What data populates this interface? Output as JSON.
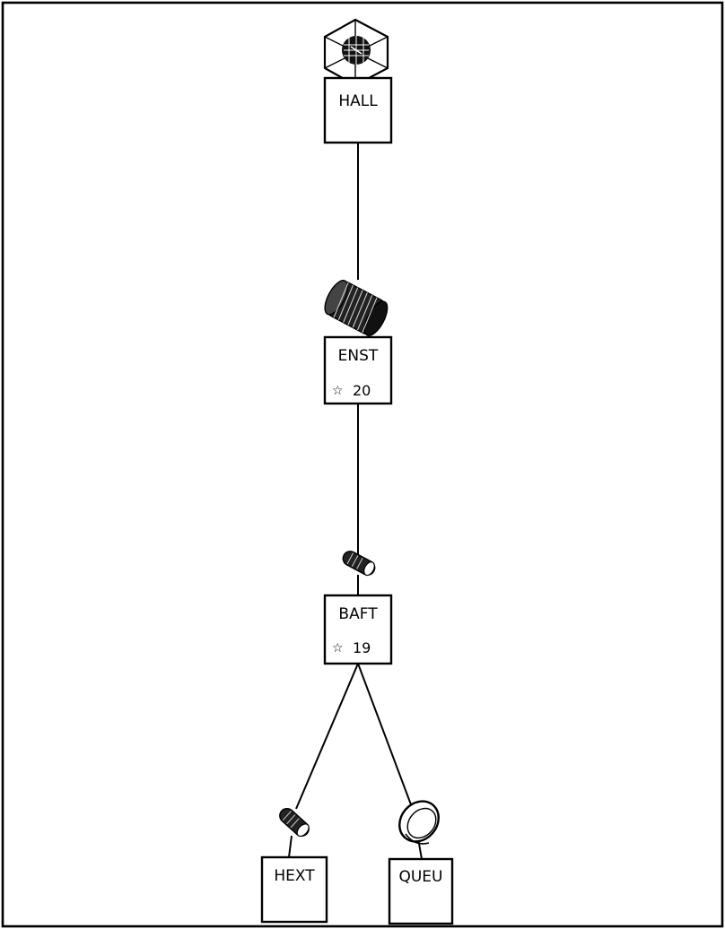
{
  "nodes": [
    {
      "id": "hall",
      "label": "HALL",
      "count": "",
      "icon": "hexagonal-crystal-icon"
    },
    {
      "id": "enst",
      "label": "ENST",
      "count": "20",
      "icon": "coil-cylinder-icon"
    },
    {
      "id": "baft",
      "label": "BAFT",
      "count": "19",
      "icon": "short-rod-icon"
    },
    {
      "id": "hext",
      "label": "HEXT",
      "count": "",
      "icon": "short-rod-icon"
    },
    {
      "id": "queu",
      "label": "QUEU",
      "count": "",
      "icon": "ring-icon"
    }
  ],
  "edges": [
    {
      "from": "HALL",
      "to": "ENST"
    },
    {
      "from": "ENST",
      "to": "BAFT"
    },
    {
      "from": "BAFT",
      "to": "HEXT"
    },
    {
      "from": "BAFT",
      "to": "QUEU"
    }
  ],
  "count_marker": "☆"
}
